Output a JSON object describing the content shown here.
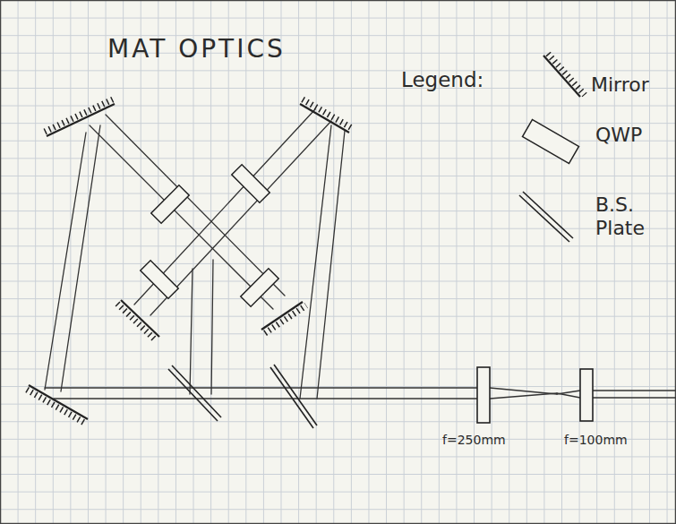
{
  "diagram": {
    "title": "MAT OPTICS",
    "labels": [
      "Legend:",
      "f=250mm",
      "f=100mm"
    ],
    "legend": [
      {
        "text": "Mirror"
      },
      {
        "text": "QWP"
      },
      {
        "text": "B.S. Plate"
      }
    ]
  }
}
